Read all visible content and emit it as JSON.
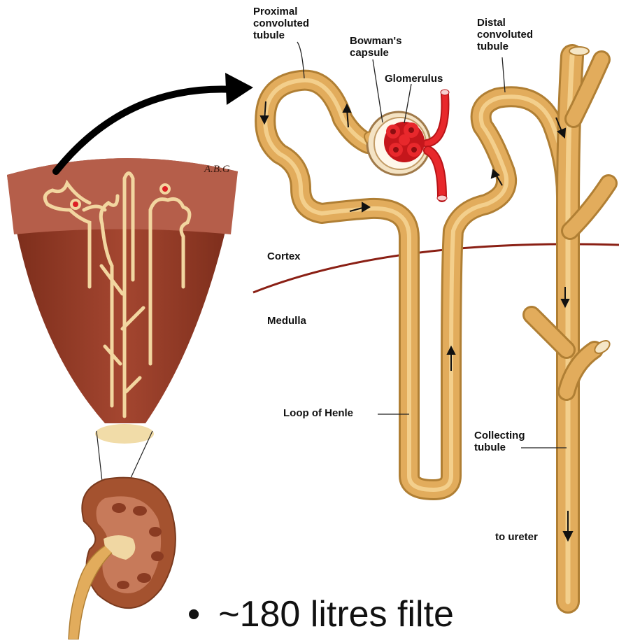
{
  "labels": {
    "proximal": "Proximal\nconvoluted\ntubule",
    "bowman": "Bowman's\ncapsule",
    "glomerulus": "Glomerulus",
    "distal": "Distal\nconvoluted\ntubule",
    "cortex": "Cortex",
    "medulla": "Medulla",
    "loop": "Loop of Henle",
    "collecting": "Collecting\ntubule",
    "ureter": "to ureter"
  },
  "signature": "A.B.G",
  "bullet": {
    "symbol": "•",
    "text": "~180 litres filte"
  },
  "colors": {
    "tubule": "#e2ac5c",
    "tubule_outline": "#b07f34",
    "tissue_cortex": "#b55e4a",
    "tissue_medulla": "#8f3a24",
    "blood": "#dd1f24",
    "boundary": "#8a1f14",
    "kidney": "#a4522f"
  }
}
